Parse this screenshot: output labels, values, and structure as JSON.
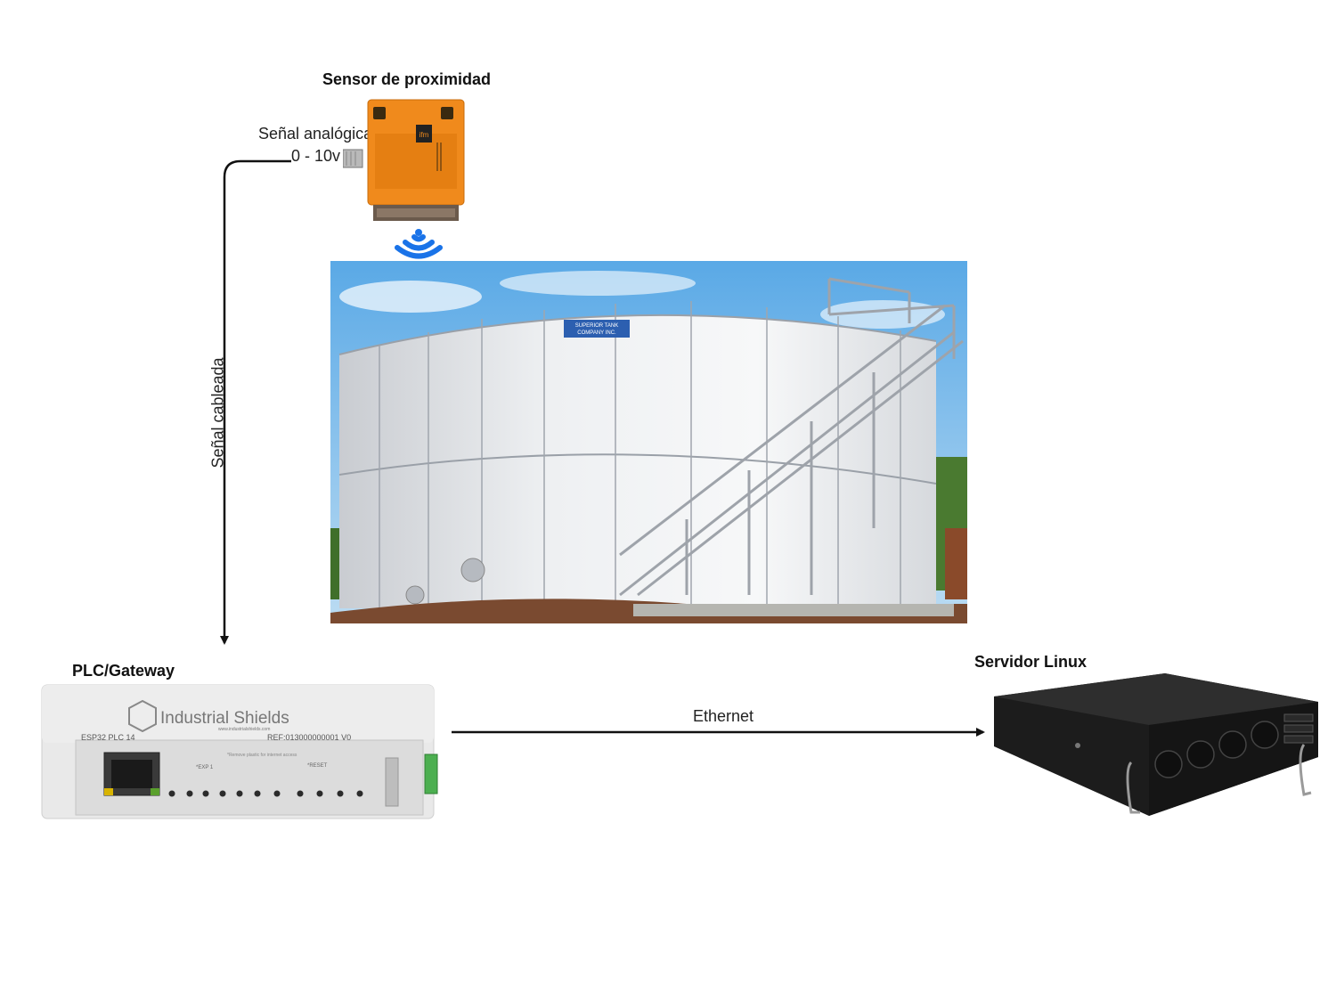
{
  "sensor": {
    "title": "Sensor de proximidad",
    "signal_label": "Señal analógica",
    "signal_range": "0 - 10v",
    "brand": "ifm"
  },
  "wire": {
    "label": "Señal cableada"
  },
  "plc": {
    "title": "PLC/Gateway",
    "brand": "Industrial Shields",
    "model": "ESP32 PLC 14",
    "ref": "REF:013000000001 V0",
    "website": "www.industrialshields.com",
    "exp_label": "*EXP 1",
    "reset_label": "*RESET",
    "remove_note": "*Remove plastic for internet access"
  },
  "tank": {
    "brand_line1": "SUPERIOR TANK",
    "brand_line2": "COMPANY INC."
  },
  "server": {
    "title": "Servidor Linux"
  },
  "link": {
    "label": "Ethernet"
  },
  "colors": {
    "sensor_body": "#f08a1c",
    "wave": "#1a73e8",
    "wire": "#111111",
    "server_body": "#1c1c1c",
    "plc_body": "#e9e9e9"
  }
}
